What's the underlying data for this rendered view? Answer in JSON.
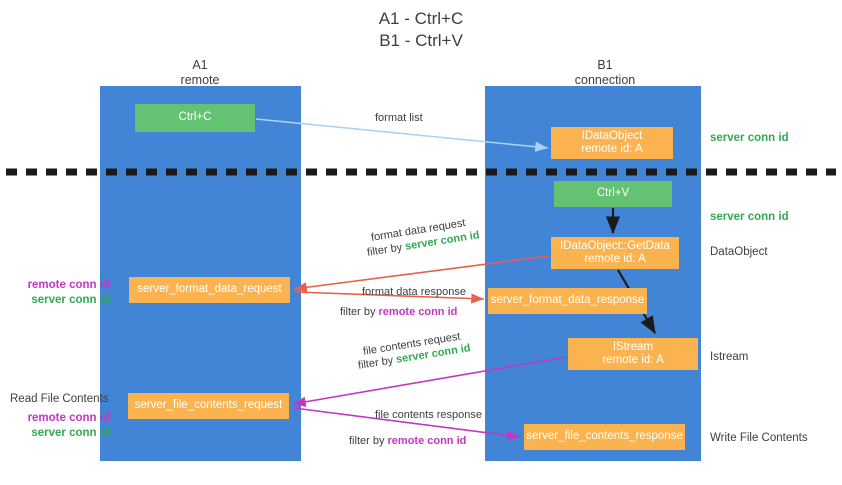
{
  "title": "A1 - Ctrl+C\nB1 - Ctrl+V",
  "lanes": [
    {
      "id": "a1",
      "header": "A1\nremote",
      "color": "#4285d6"
    },
    {
      "id": "b1",
      "header": "B1\nconnection",
      "color": "#4285d6"
    }
  ],
  "colors": {
    "lane": "#4285d6",
    "green_box": "#63c373",
    "orange_box": "#fbb350",
    "server_conn_id": "#34a853",
    "remote_conn_id": "#c038c0",
    "red_arrow": "#e8604c",
    "magenta_arrow": "#c038c0",
    "light_blue_arrow": "#a9d3ef",
    "black_arrow": "#1a1a1a",
    "divider": "#1a1a1a",
    "text": "#3c4043"
  },
  "nodes": {
    "ctrl_c": {
      "line1": "Ctrl+C",
      "line2": "",
      "style": "green"
    },
    "idataobject": {
      "line1": "IDataObject",
      "line2": "remote id: A",
      "style": "orange"
    },
    "ctrl_v": {
      "line1": "Ctrl+V",
      "line2": "",
      "style": "green"
    },
    "getdata": {
      "line1": "IDataObject::GetData",
      "line2": "remote id: A",
      "style": "orange"
    },
    "istream": {
      "line1": "IStream",
      "line2": "remote id: A",
      "style": "orange"
    },
    "format_data_request": {
      "line1": "server_format_data_request",
      "line2": "",
      "style": "orange"
    },
    "format_data_response": {
      "line1": "server_format_data_response",
      "line2": "",
      "style": "orange"
    },
    "file_contents_request": {
      "line1": "server_file_contents_request",
      "line2": "",
      "style": "orange"
    },
    "file_contents_response": {
      "line1": "server_file_contents_response",
      "line2": "",
      "style": "orange"
    }
  },
  "edges": {
    "format_list": "format list",
    "format_data_request": "format data request",
    "format_data_request_filter_prefix": "filter by ",
    "format_data_request_filter_key": "server conn id",
    "format_data_response": "format data response",
    "format_data_response_filter_prefix": "filter by ",
    "format_data_response_filter_key": "remote conn id",
    "file_contents_request": "file contents request",
    "file_contents_request_filter_prefix": "filter by ",
    "file_contents_request_filter_key": "server conn id",
    "file_contents_response": "file contents response",
    "file_contents_response_filter_prefix": "filter by ",
    "file_contents_response_filter_key": "remote conn id"
  },
  "annotations": {
    "server_conn_id_top": "server conn id",
    "server_conn_id_mid": "server conn id",
    "dataobject": "DataObject",
    "istream": "Istream",
    "write_file_contents": "Write File Contents",
    "read_file_contents": "Read File Contents",
    "left_remote_1": "remote conn id",
    "left_server_1": "server conn id",
    "left_remote_2": "remote conn id",
    "left_server_2": "server conn id"
  }
}
